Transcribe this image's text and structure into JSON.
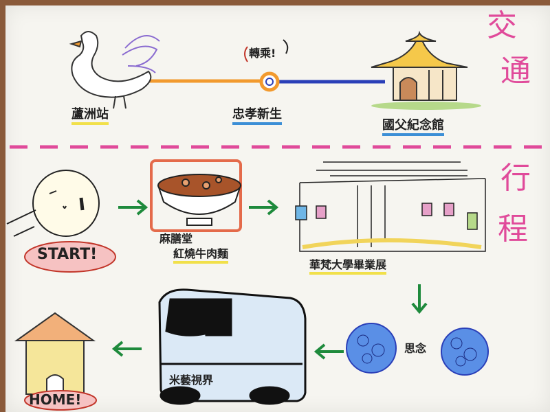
{
  "transport": {
    "heading_char1": "交",
    "heading_char2": "通",
    "station_start": "蘆洲站",
    "station_transfer": "忠孝新生",
    "transfer_note": "轉乘!",
    "station_end": "國父紀念館"
  },
  "itinerary": {
    "heading_char1": "行",
    "heading_char2": "程",
    "start_label": "START!",
    "food_line1": "麻膳堂",
    "food_line2": "紅燒牛肉麵",
    "expo_label": "華梵大學畢業展",
    "thinking_label": "思念",
    "bus_label": "米藝視界",
    "home_label": "HOME!"
  },
  "colors": {
    "accent_pink": "#e04a9a",
    "line_orange": "#f29a2e",
    "line_blue": "#2a3fb8",
    "arrow_green": "#1e8a3c"
  }
}
